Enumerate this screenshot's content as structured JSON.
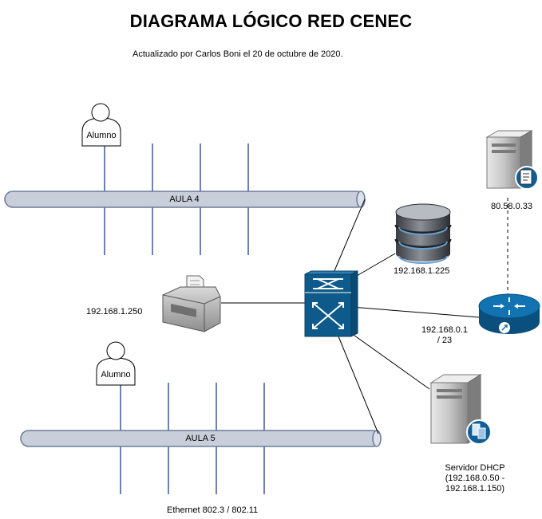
{
  "title": "DIAGRAMA LÓGICO RED CENEC",
  "subtitle": "Actualizado por Carlos Boni el 20 de octubre de 2020.",
  "segments": {
    "aula4": "AULA 4",
    "aula5": "AULA 5"
  },
  "users": {
    "alumno_top": "Alumno",
    "alumno_bottom": "Alumno"
  },
  "devices": {
    "printer_ip": "192.168.1.250",
    "database_ip": "192.168.1.225",
    "web_server_ip": "80.58.0.33",
    "router_ip_line1": "192.168.0.1",
    "router_ip_line2": "/ 23",
    "dhcp_line1": "Servidor DHCP",
    "dhcp_line2": "(192.168.0.50  -",
    "dhcp_line3": "192.168.1.150)"
  },
  "footer": "Ethernet 802.3 / 802.11",
  "colors": {
    "bus_fill": "#c9cfda",
    "bus_stroke": "#6c7b97",
    "drop_line": "#6c83b0",
    "switch_fill": "#0e5a8a",
    "router_fill": "#0f6aa6"
  }
}
